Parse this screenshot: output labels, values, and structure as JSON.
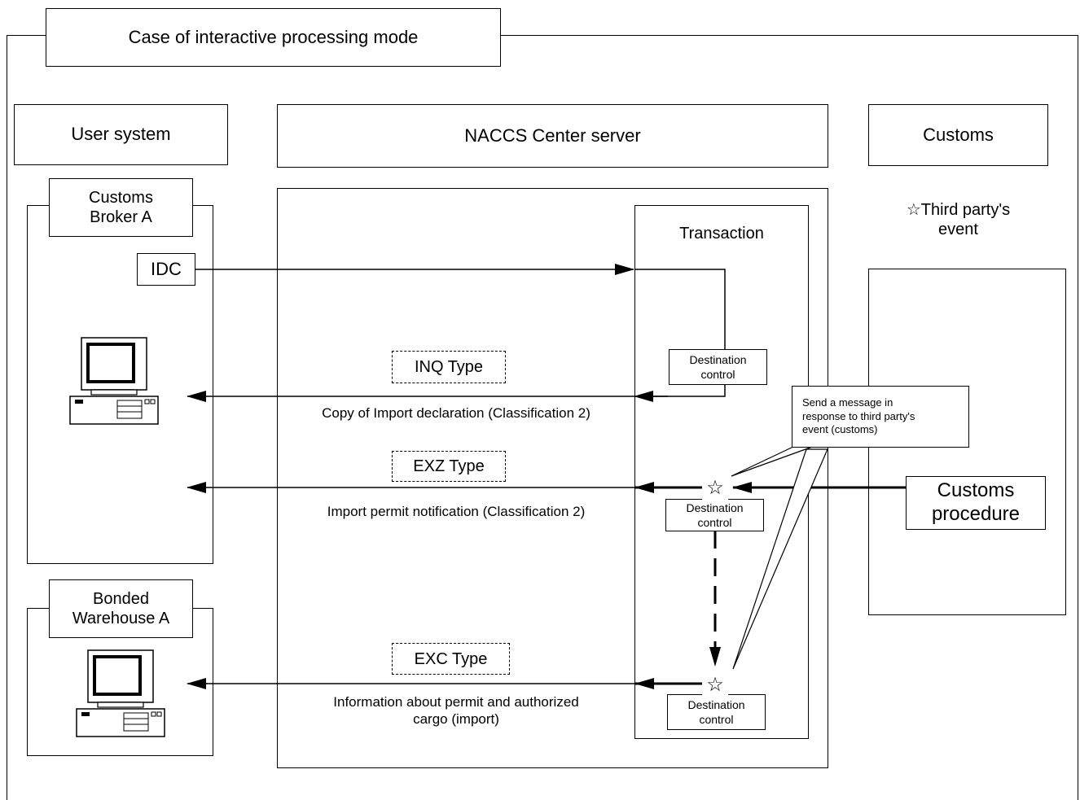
{
  "title": "Case of interactive processing mode",
  "columns": {
    "user_system": "User system",
    "naccs": "NACCS Center server",
    "customs": "Customs"
  },
  "customs_broker": "Customs\nBroker A",
  "bonded_warehouse": "Bonded\nWarehouse A",
  "idc": "IDC",
  "transaction": "Transaction",
  "third_party_event": "☆Third party's\nevent",
  "customs_procedure": "Customs\nprocedure",
  "callout": "Send a message in\nresponse to third party's\nevent (customs)",
  "destination_control": "Destination\ncontrol",
  "star": "☆",
  "messages": [
    {
      "type": "INQ Type",
      "description": "Copy of Import declaration (Classification 2)"
    },
    {
      "type": "EXZ Type",
      "description": "Import permit notification (Classification 2)"
    },
    {
      "type": "EXC Type",
      "description": "Information about permit and authorized\ncargo (import)"
    }
  ]
}
